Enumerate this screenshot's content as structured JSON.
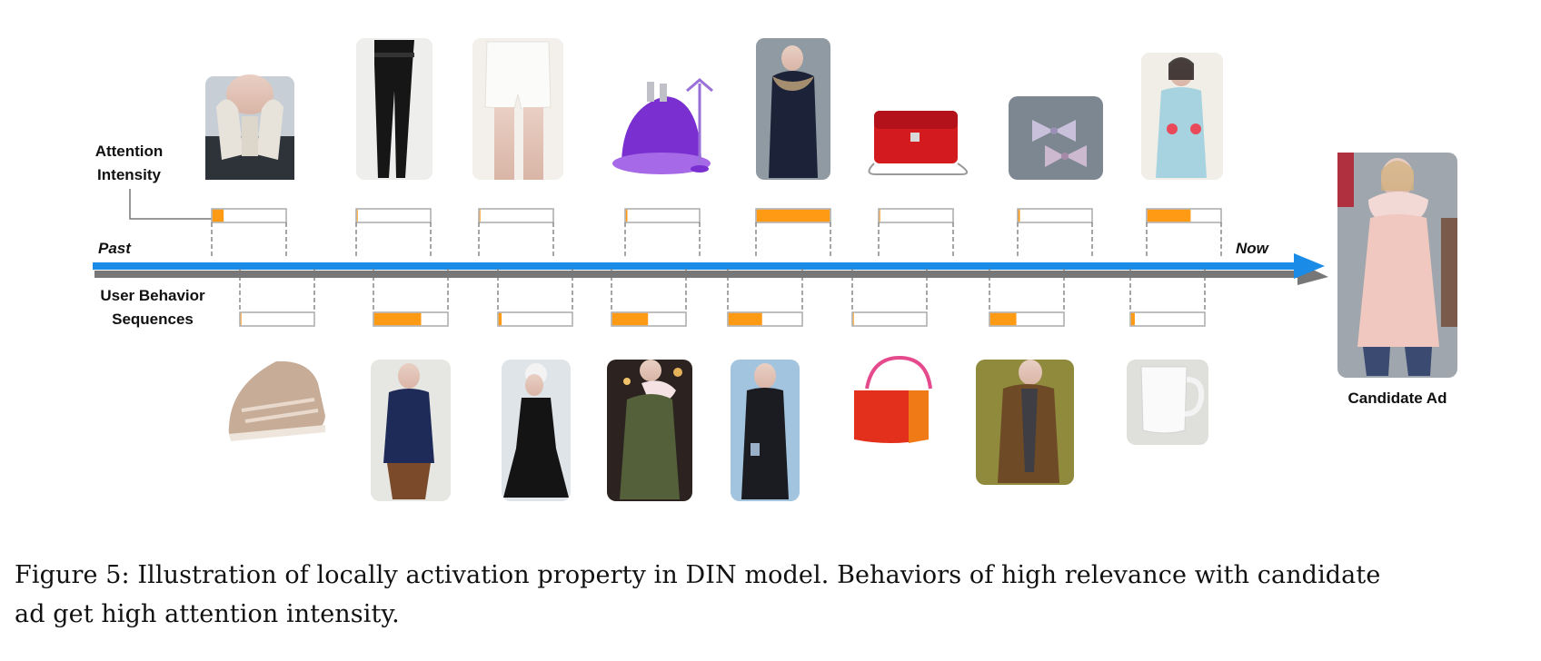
{
  "figure": {
    "label_attention": "Attention",
    "label_intensity": "Intensity",
    "label_past": "Past",
    "label_now": "Now",
    "label_user_behavior": "User Behavior",
    "label_sequences": "Sequences",
    "label_candidate_ad": "Candidate Ad",
    "colors": {
      "arrow": "#1a8ce8",
      "arrow_shadow": "#777777",
      "attention_fill": "#ff9a14",
      "bar_border": "#aaaaaa"
    },
    "upper_items": [
      {
        "item": "beige gloves",
        "attention": 0.17
      },
      {
        "item": "black trousers",
        "attention": 0.02
      },
      {
        "item": "white shorts",
        "attention": 0.03
      },
      {
        "item": "purple garment steamer",
        "attention": 0.04
      },
      {
        "item": "navy down coat with fur hood",
        "attention": 1.0
      },
      {
        "item": "red chain handbag",
        "attention": 0.03
      },
      {
        "item": "hair bows",
        "attention": 0.04
      },
      {
        "item": "floral pajamas",
        "attention": 0.6
      }
    ],
    "lower_items": [
      {
        "item": "metallic sneakers",
        "attention": 0.03
      },
      {
        "item": "navy puffer jacket",
        "attention": 0.65
      },
      {
        "item": "black sleeveless dress",
        "attention": 0.06
      },
      {
        "item": "olive parka with fur hood",
        "attention": 0.5
      },
      {
        "item": "black long coat",
        "attention": 0.47
      },
      {
        "item": "red tote bag",
        "attention": 0.03
      },
      {
        "item": "brown jacket",
        "attention": 0.37
      },
      {
        "item": "white mug",
        "attention": 0.07
      }
    ],
    "candidate_item": "pink down coat with fur hood"
  },
  "caption": {
    "line1": "Figure 5:  Illustration of locally activation property in DIN model.  Behaviors of high relevance with candidate",
    "line2": "ad get high attention intensity."
  }
}
